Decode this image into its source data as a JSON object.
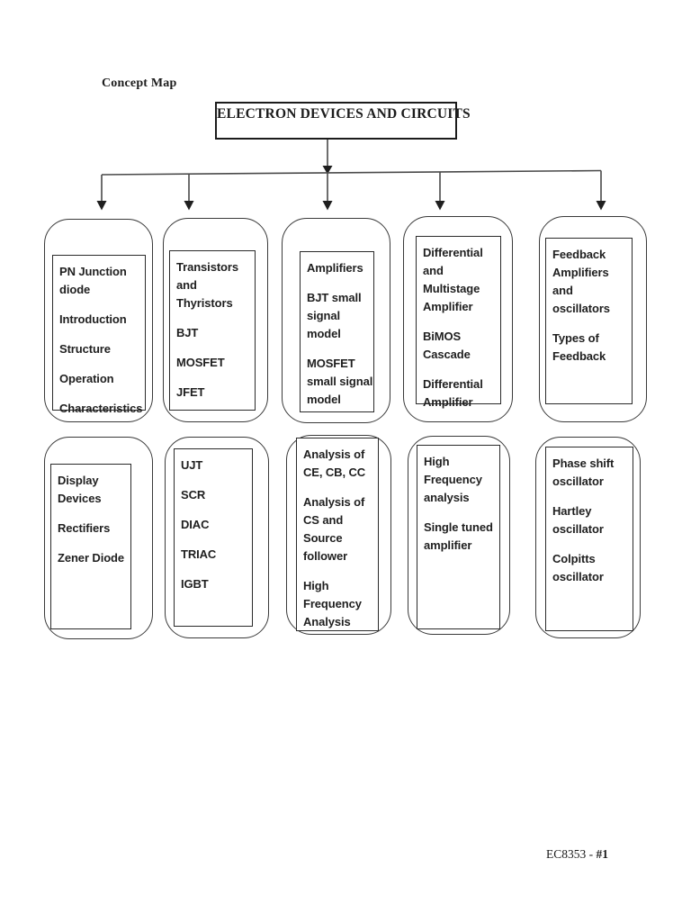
{
  "page": {
    "heading": "Concept Map",
    "root_title": "ELECTRON DEVICES AND CIRCUITS",
    "footer": {
      "course_code": "EC8353 - ",
      "page_number": "#1"
    }
  },
  "diagram": {
    "row1": [
      {
        "id": "pn-junction-diode",
        "paragraphs": [
          [
            "PN Junction",
            "diode"
          ],
          [
            "Introduction"
          ],
          [
            "Structure"
          ],
          [
            "Operation"
          ],
          [
            "Characteristics"
          ]
        ]
      },
      {
        "id": "transistors-thyristors",
        "paragraphs": [
          [
            "Transistors",
            "and",
            "Thyristors"
          ],
          [
            "BJT"
          ],
          [
            "MOSFET"
          ],
          [
            "JFET"
          ]
        ]
      },
      {
        "id": "amplifiers",
        "paragraphs": [
          [
            "Amplifiers"
          ],
          [
            "BJT small",
            "signal",
            "model"
          ],
          [
            "MOSFET",
            "small signal",
            "model"
          ]
        ]
      },
      {
        "id": "differential-multistage-amplifier",
        "paragraphs": [
          [
            "Differential",
            "and",
            "Multistage",
            "Amplifier"
          ],
          [
            "BiMOS",
            "Cascade"
          ],
          [
            "Differential",
            "Amplifier"
          ]
        ]
      },
      {
        "id": "feedback-amplifiers-oscillators",
        "paragraphs": [
          [
            "Feedback",
            "Amplifiers",
            "and",
            "oscillators"
          ],
          [
            "Types of",
            "Feedback"
          ]
        ]
      }
    ],
    "row2": [
      {
        "id": "display-devices",
        "paragraphs": [
          [
            "Display",
            "Devices"
          ],
          [
            "Rectifiers"
          ],
          [
            "Zener Diode"
          ]
        ]
      },
      {
        "id": "thyristor-devices",
        "paragraphs": [
          [
            "UJT"
          ],
          [
            "SCR"
          ],
          [
            "DIAC"
          ],
          [
            "TRIAC"
          ],
          [
            "IGBT"
          ]
        ]
      },
      {
        "id": "amplifier-analysis",
        "paragraphs": [
          [
            "Analysis of",
            "CE, CB, CC"
          ],
          [
            "Analysis of",
            "CS and",
            "Source",
            "follower"
          ],
          [
            "High",
            "Frequency",
            "Analysis"
          ]
        ]
      },
      {
        "id": "high-frequency-analysis",
        "paragraphs": [
          [
            "High",
            "Frequency",
            "analysis"
          ],
          [
            "Single tuned",
            "amplifier"
          ]
        ]
      },
      {
        "id": "oscillator-types",
        "paragraphs": [
          [
            "Phase shift",
            "oscillator"
          ],
          [
            "Hartley",
            "oscillator"
          ],
          [
            "Colpitts",
            "oscillator"
          ]
        ]
      }
    ]
  },
  "colors": {
    "background": "#ffffff",
    "ink": "#1f1f1f",
    "line": "#4a4a4a",
    "box_border": "#2a2a2a"
  }
}
